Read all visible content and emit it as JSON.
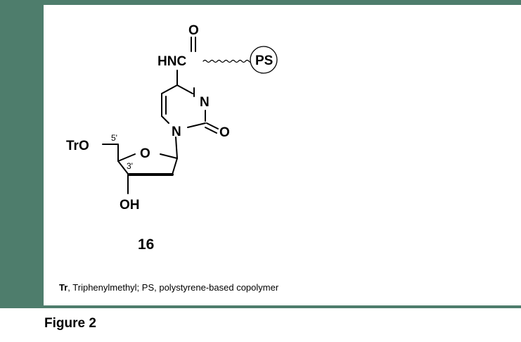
{
  "structure": {
    "atoms": {
      "carbonyl_O": "O",
      "HNC": "HNC",
      "PS": "PS",
      "ring_N3": "N",
      "ring_N1": "N",
      "ring_C2_O": "O",
      "TrO": "TrO",
      "sugar_O": "O",
      "OH": "OH"
    },
    "positions_labels": {
      "five_prime": "5'",
      "three_prime": "3'"
    },
    "compound_number": "16"
  },
  "caption": {
    "abbr_tr": "Tr",
    "text_tr": ", Triphenylmethyl; PS, polystyrene-based copolymer"
  },
  "figure_label": "Figure 2",
  "colors": {
    "frame": "#4e7d6c",
    "panel": "#ffffff"
  }
}
